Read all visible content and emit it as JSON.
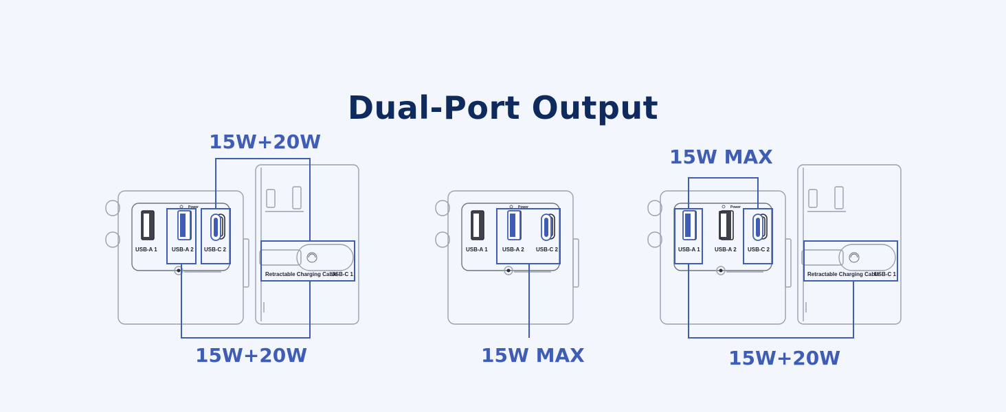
{
  "title": "Dual-Port Output",
  "ports": {
    "usb_a1": "USB-A 1",
    "usb_a2": "USB-A 2",
    "usb_c2": "USB-C 2",
    "usb_c1": "USB-C 1",
    "power": "Power",
    "cable": "Retractable Charging Cable"
  },
  "configs": [
    {
      "top_label": "15W+20W",
      "bottom_label": "15W+20W",
      "highlighted": [
        "USB-A 2",
        "USB-C 2",
        "USB-C 1"
      ]
    },
    {
      "bottom_label": "15W MAX",
      "highlighted": [
        "USB-A 2",
        "USB-C 2"
      ]
    },
    {
      "top_label": "15W MAX",
      "bottom_label": "15W+20W",
      "highlighted": [
        "USB-A 1",
        "USB-C 2",
        "USB-C 1"
      ]
    }
  ],
  "colors": {
    "background": "#F3F6FD",
    "title": "#0F2A5C",
    "highlight": "#3F5DB5",
    "device_outline": "#9AA1AD"
  }
}
